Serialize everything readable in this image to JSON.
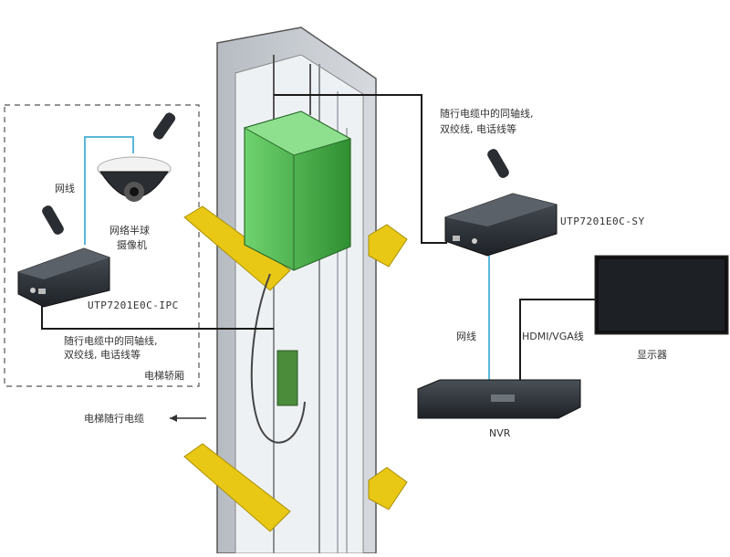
{
  "labels": {
    "camera": [
      "网络半球",
      "摄像机"
    ],
    "net_cable_left": "网线",
    "transmitter_model": "UTP7201E0C-IPC",
    "cable_note_left": [
      "随行电缆中的同轴线,",
      "双绞线, 电话线等"
    ],
    "elevator_car_label": "电梯轿厢",
    "cable_note_right": [
      "随行电缆中的同轴线,",
      "双绞线, 电话线等"
    ],
    "receiver_model": "UTP7201E0C-SY",
    "net_cable_right": "网线",
    "hdmi_label": "HDMI/VGA线",
    "monitor_label": "显示器",
    "nvr_label": "NVR",
    "traveling_cable": "电梯随行电缆"
  },
  "colors": {
    "car_green": "#4ab84a",
    "rail_yellow": "#e9c815",
    "cable_blue": "#5ab7d8",
    "cable_black": "#1a1a1a",
    "device_dark": "#2e3338",
    "dashed_border": "#555555"
  },
  "icons": [
    "dome-camera-icon",
    "antenna-icon",
    "transmitter-icon",
    "receiver-icon",
    "nvr-icon",
    "monitor-icon",
    "arrow-left-icon"
  ]
}
